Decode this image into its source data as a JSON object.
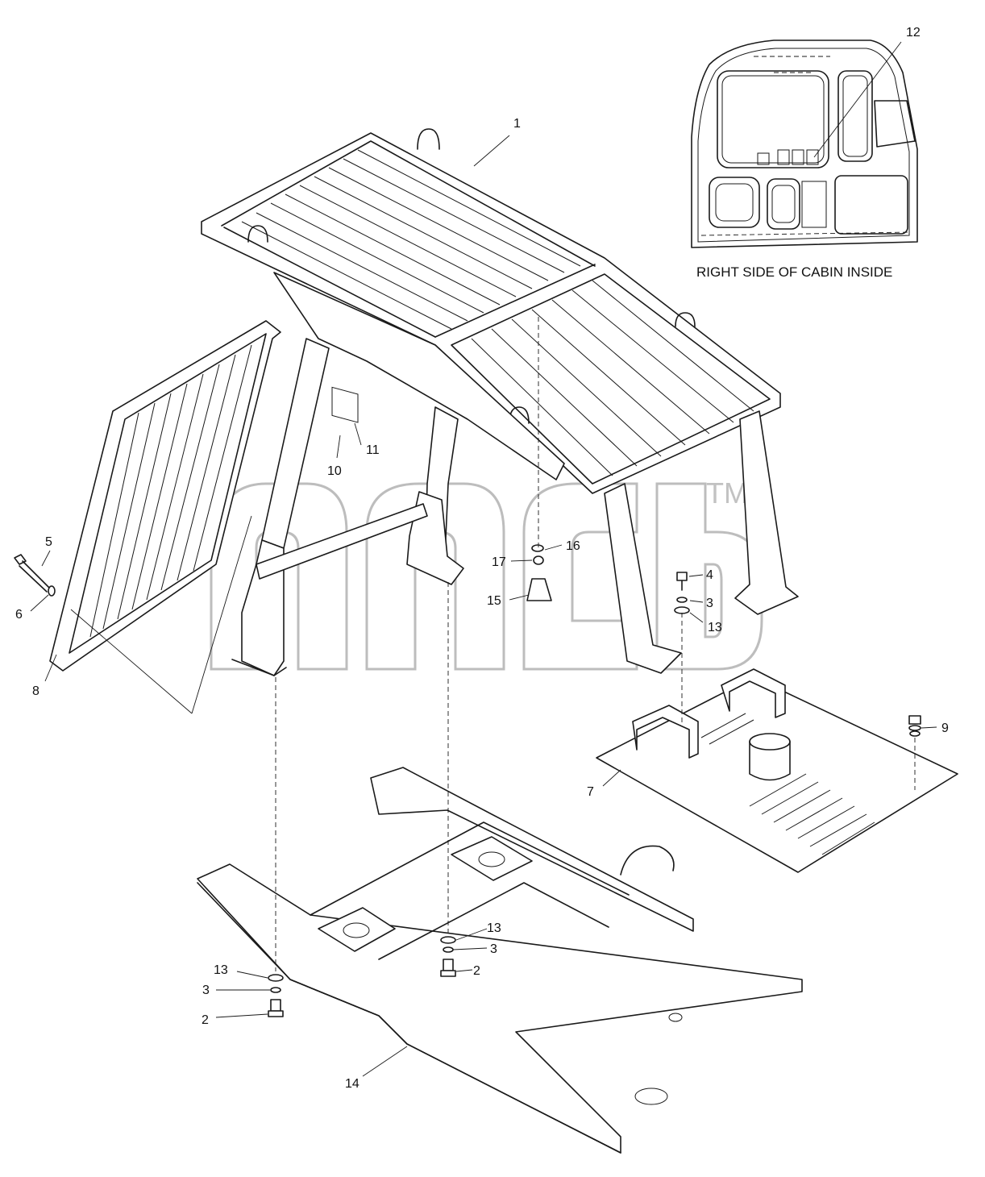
{
  "page": {
    "top_mark": "",
    "inset_caption": "RIGHT SIDE OF CABIN INSIDE",
    "watermark_trademark": "TM"
  },
  "callouts": [
    {
      "id": "c1",
      "label": "1"
    },
    {
      "id": "c2a",
      "label": "2"
    },
    {
      "id": "c2b",
      "label": "2"
    },
    {
      "id": "c3a",
      "label": "3"
    },
    {
      "id": "c3b",
      "label": "3"
    },
    {
      "id": "c3c",
      "label": "3"
    },
    {
      "id": "c4",
      "label": "4"
    },
    {
      "id": "c5",
      "label": "5"
    },
    {
      "id": "c6",
      "label": "6"
    },
    {
      "id": "c7",
      "label": "7"
    },
    {
      "id": "c8",
      "label": "8"
    },
    {
      "id": "c9",
      "label": "9"
    },
    {
      "id": "c10",
      "label": "10"
    },
    {
      "id": "c11",
      "label": "11"
    },
    {
      "id": "c12",
      "label": "12"
    },
    {
      "id": "c13a",
      "label": "13"
    },
    {
      "id": "c13b",
      "label": "13"
    },
    {
      "id": "c13c",
      "label": "13"
    },
    {
      "id": "c14",
      "label": "14"
    },
    {
      "id": "c15",
      "label": "15"
    },
    {
      "id": "c16",
      "label": "16"
    },
    {
      "id": "c17",
      "label": "17"
    }
  ]
}
